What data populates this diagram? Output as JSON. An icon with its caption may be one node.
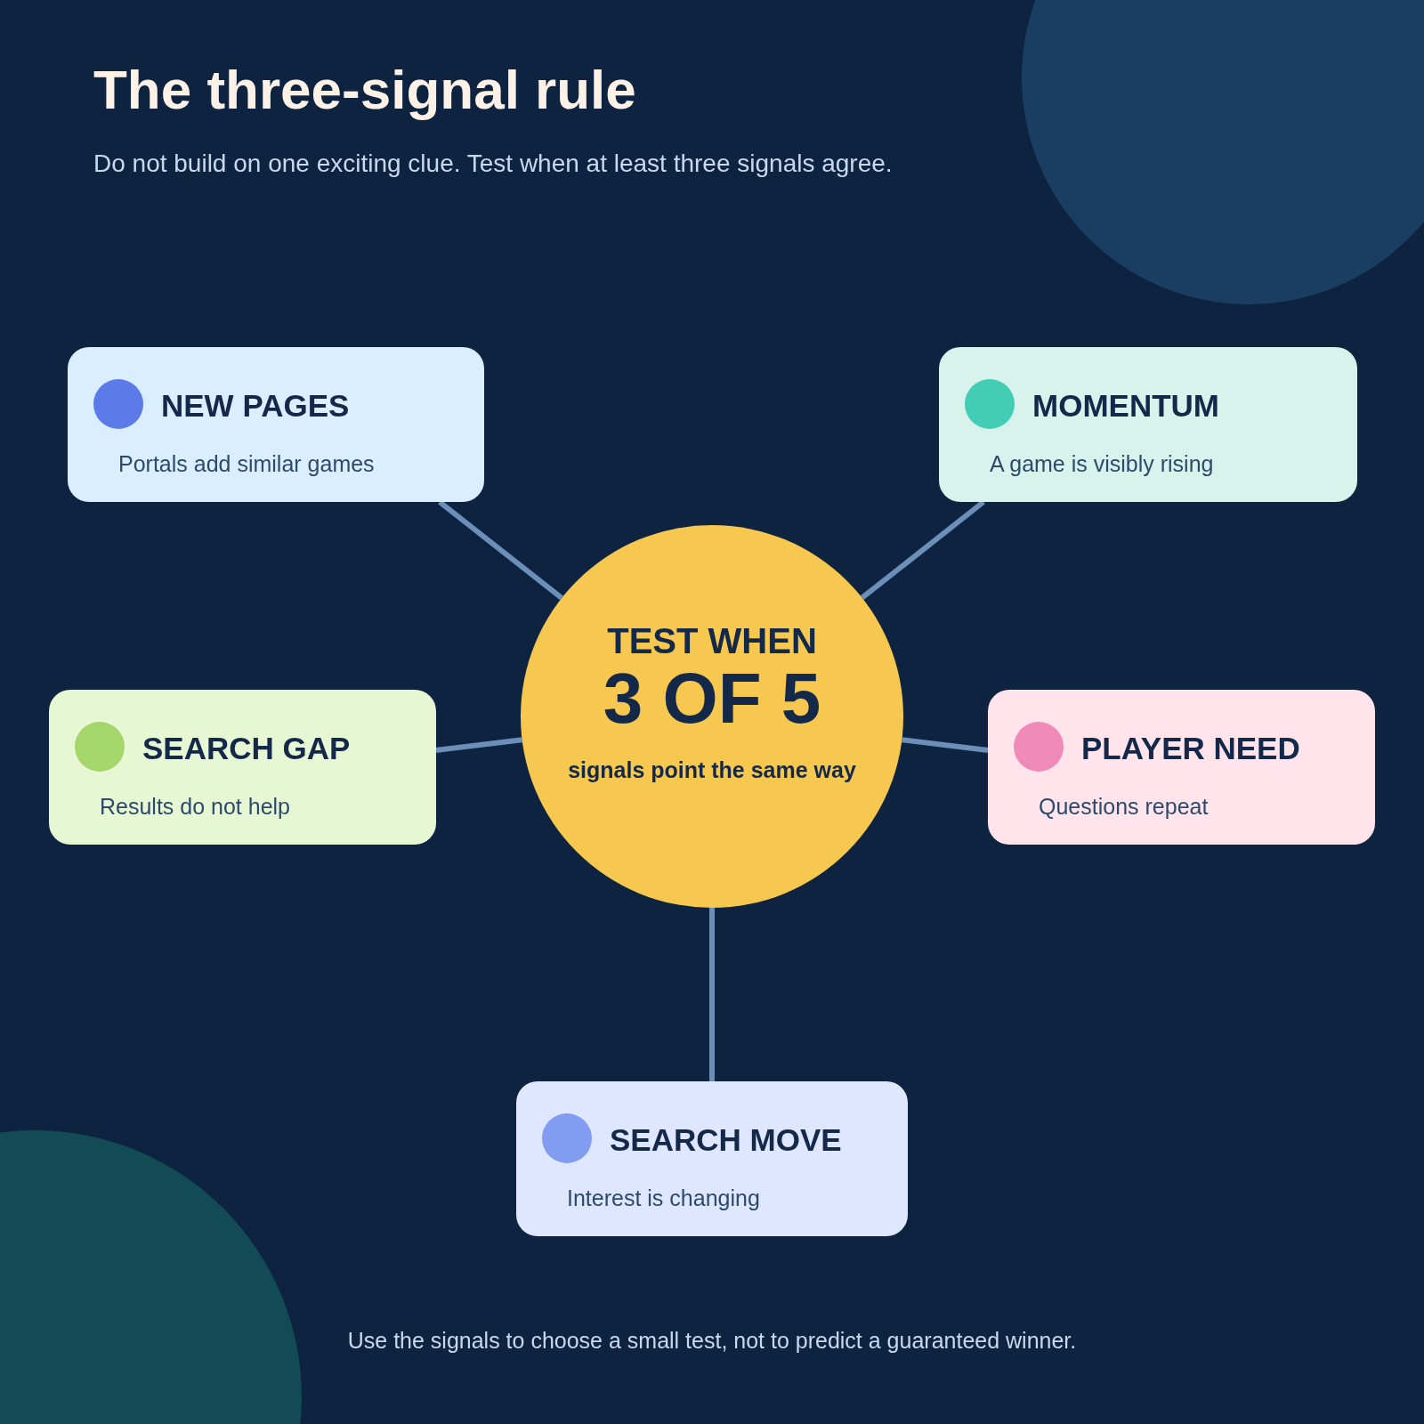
{
  "diagram": {
    "title": "The three-signal rule",
    "caption": "Use the signals to choose a small test, not to predict a guaranteed winner.",
    "nodes": [
      {
        "text": [
          "TEST WHEN",
          "3 OF 5",
          "signals point the same way"
        ]
      },
      {
        "text": [
          "NEW PAGES",
          "Portals add similar games"
        ]
      },
      {
        "text": [
          "MOMENTUM",
          "A game is visibly rising"
        ]
      },
      {
        "text": [
          "SEARCH GAP",
          "Results do not help"
        ]
      },
      {
        "text": [
          "PLAYER NEED",
          "Questions repeat"
        ]
      },
      {
        "text": [
          "SEARCH MOVE",
          "Interest is changing"
        ]
      }
    ],
    "edges": [
      {
        "from": 0,
        "to": 1,
        "arrow": "none"
      },
      {
        "from": 0,
        "to": 2,
        "arrow": "none"
      },
      {
        "from": 0,
        "to": 3,
        "arrow": "none"
      },
      {
        "from": 0,
        "to": 4,
        "arrow": "none"
      },
      {
        "from": 0,
        "to": 5,
        "arrow": "none"
      }
    ],
    "labels": [
      "Do not build on one exciting clue. Test when at least three signals agree."
    ]
  }
}
